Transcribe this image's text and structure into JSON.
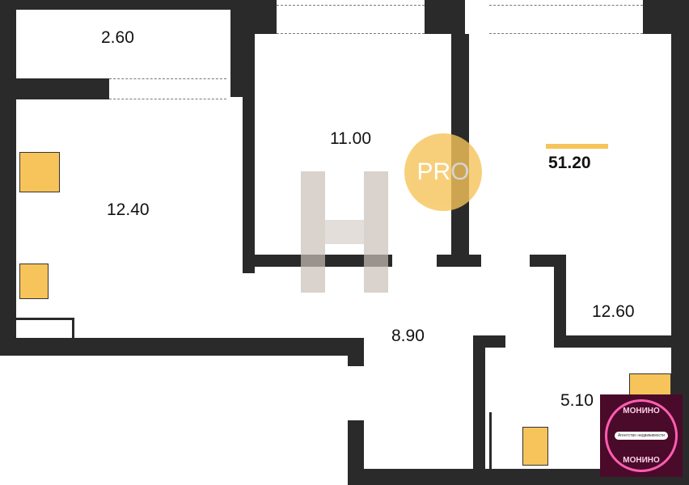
{
  "rooms": {
    "balcony": "2.60",
    "kitchen": "12.40",
    "bedroom": "11.00",
    "living": "12.60",
    "hall": "8.90",
    "bath": "5.10"
  },
  "total_area": "51.20",
  "watermark": {
    "pro": "PRO",
    "logo_text": "МОНИНО",
    "logo_sub": "Агентство недвижимости"
  },
  "colors": {
    "wall": "#2a2a2a",
    "accent": "#f6c45a",
    "logo": "#c2185b"
  }
}
